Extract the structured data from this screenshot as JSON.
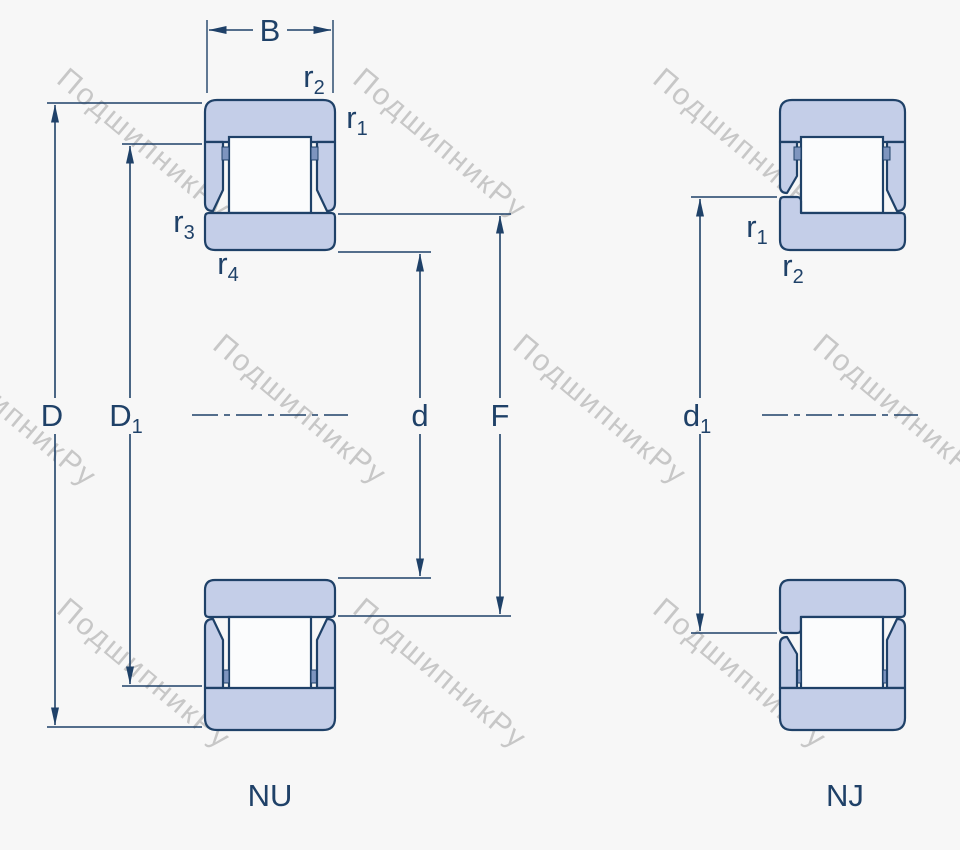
{
  "watermark": {
    "text": "ПодшипникРу"
  },
  "nu": {
    "caption": "NU",
    "labels": {
      "B": {
        "text": "B",
        "sub": ""
      },
      "r1": {
        "text": "r",
        "sub": "1"
      },
      "r2": {
        "text": "r",
        "sub": "2"
      },
      "r3": {
        "text": "r",
        "sub": "3"
      },
      "r4": {
        "text": "r",
        "sub": "4"
      },
      "D": {
        "text": "D",
        "sub": ""
      },
      "D1": {
        "text": "D",
        "sub": "1"
      },
      "d": {
        "text": "d",
        "sub": ""
      },
      "F": {
        "text": "F",
        "sub": ""
      }
    }
  },
  "nj": {
    "caption": "NJ",
    "labels": {
      "r1": {
        "text": "r",
        "sub": "1"
      },
      "r2": {
        "text": "r",
        "sub": "2"
      },
      "d1": {
        "text": "d",
        "sub": "1"
      }
    }
  },
  "colors": {
    "line": "#1f4168",
    "fill": "#c4cee8",
    "roller": "#fbfcfd",
    "cage": "#7e95bf",
    "watermark": "#c7c7c7",
    "background": "#f7f7f7"
  }
}
